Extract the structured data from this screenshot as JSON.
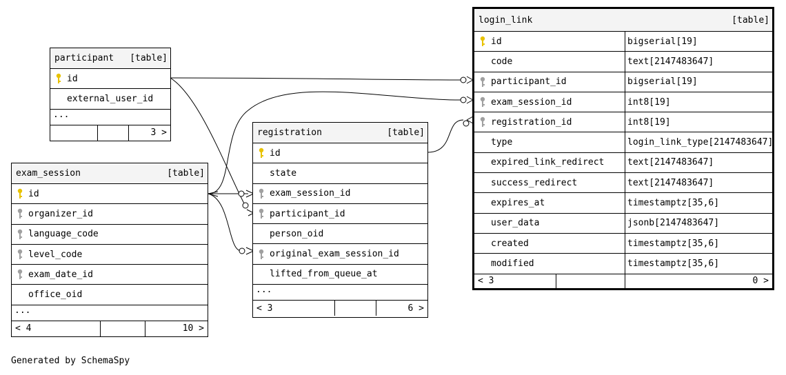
{
  "colors": {
    "primary_key": "#e8c200",
    "foreign_key": "#a0a0a0",
    "header_bg": "#f4f4f4"
  },
  "tables": {
    "participant": {
      "name": "participant",
      "kind": "[table]",
      "columns": [
        {
          "name": "id",
          "key": "pk"
        },
        {
          "name": "external_user_id",
          "key": ""
        }
      ],
      "ellipsis": "...",
      "footer": [
        "",
        "",
        "3 >"
      ]
    },
    "exam_session": {
      "name": "exam_session",
      "kind": "[table]",
      "columns": [
        {
          "name": "id",
          "key": "pk"
        },
        {
          "name": "organizer_id",
          "key": "fk"
        },
        {
          "name": "language_code",
          "key": "fk"
        },
        {
          "name": "level_code",
          "key": "fk"
        },
        {
          "name": "exam_date_id",
          "key": "fk"
        },
        {
          "name": "office_oid",
          "key": ""
        }
      ],
      "ellipsis": "...",
      "footer": [
        "< 4",
        "",
        "10 >"
      ]
    },
    "registration": {
      "name": "registration",
      "kind": "[table]",
      "columns": [
        {
          "name": "id",
          "key": "pk"
        },
        {
          "name": "state",
          "key": ""
        },
        {
          "name": "exam_session_id",
          "key": "fk"
        },
        {
          "name": "participant_id",
          "key": "fk"
        },
        {
          "name": "person_oid",
          "key": ""
        },
        {
          "name": "original_exam_session_id",
          "key": "fk"
        },
        {
          "name": "lifted_from_queue_at",
          "key": ""
        }
      ],
      "ellipsis": "...",
      "footer": [
        "< 3",
        "",
        "6 >"
      ]
    },
    "login_link": {
      "name": "login_link",
      "kind": "[table]",
      "columns": [
        {
          "name": "id",
          "key": "pk",
          "type": "bigserial[19]"
        },
        {
          "name": "code",
          "key": "",
          "type": "text[2147483647]"
        },
        {
          "name": "participant_id",
          "key": "fk",
          "type": "bigserial[19]"
        },
        {
          "name": "exam_session_id",
          "key": "fk",
          "type": "int8[19]"
        },
        {
          "name": "registration_id",
          "key": "fk",
          "type": "int8[19]"
        },
        {
          "name": "type",
          "key": "",
          "type": "login_link_type[2147483647]"
        },
        {
          "name": "expired_link_redirect",
          "key": "",
          "type": "text[2147483647]"
        },
        {
          "name": "success_redirect",
          "key": "",
          "type": "text[2147483647]"
        },
        {
          "name": "expires_at",
          "key": "",
          "type": "timestamptz[35,6]"
        },
        {
          "name": "user_data",
          "key": "",
          "type": "jsonb[2147483647]"
        },
        {
          "name": "created",
          "key": "",
          "type": "timestamptz[35,6]"
        },
        {
          "name": "modified",
          "key": "",
          "type": "timestamptz[35,6]"
        }
      ],
      "footer": [
        "< 3",
        "",
        "0 >"
      ]
    }
  },
  "credit": "Generated by SchemaSpy"
}
